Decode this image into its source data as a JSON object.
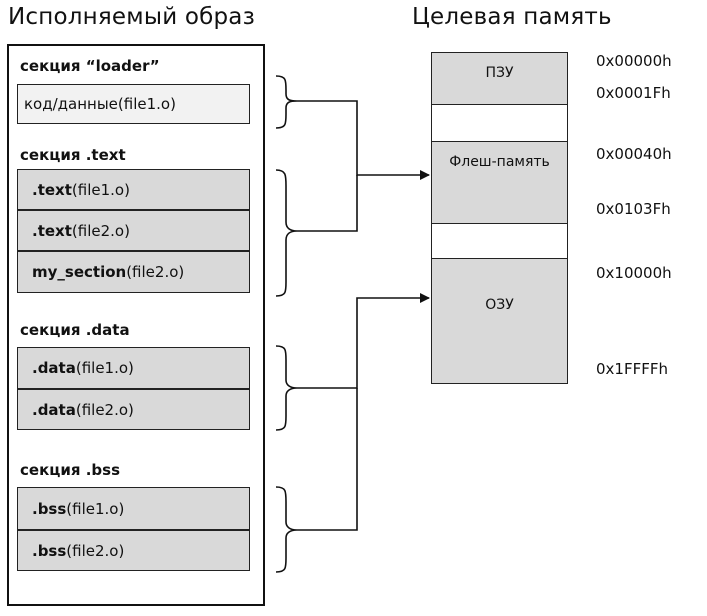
{
  "titles": {
    "exec": "Исполняемый образ",
    "target": "Целевая память"
  },
  "sections": {
    "loader": {
      "label": "секция “loader”",
      "items": [
        {
          "name": "код/данные(file1.o)",
          "suffix": ""
        }
      ]
    },
    "text": {
      "label": "секция  .text",
      "items": [
        {
          "name": ".text",
          "suffix": " (file1.o)"
        },
        {
          "name": ".text",
          "suffix": " (file2.o)"
        },
        {
          "name": "my_section",
          "suffix": " (file2.o)"
        }
      ]
    },
    "data": {
      "label": "секция .data",
      "items": [
        {
          "name": ".data",
          "suffix": " (file1.o)"
        },
        {
          "name": ".data",
          "suffix": " (file2.o)"
        }
      ]
    },
    "bss": {
      "label": "секция .bss",
      "items": [
        {
          "name": ".bss",
          "suffix": " (file1.o)"
        },
        {
          "name": ".bss",
          "suffix": " (file2.o)"
        }
      ]
    }
  },
  "memory": {
    "blocks": [
      {
        "label": "ПЗУ"
      },
      {
        "label": ""
      },
      {
        "label": "Флеш-память"
      },
      {
        "label": ""
      },
      {
        "label": "ОЗУ"
      }
    ],
    "addresses": [
      "0x00000h",
      "0x0001Fh",
      "0x00040h",
      "0x0103Fh",
      "0x10000h",
      "0x1FFFFh"
    ]
  },
  "colors": {
    "box_fill": "#d9d9d9",
    "line": "#111111"
  }
}
